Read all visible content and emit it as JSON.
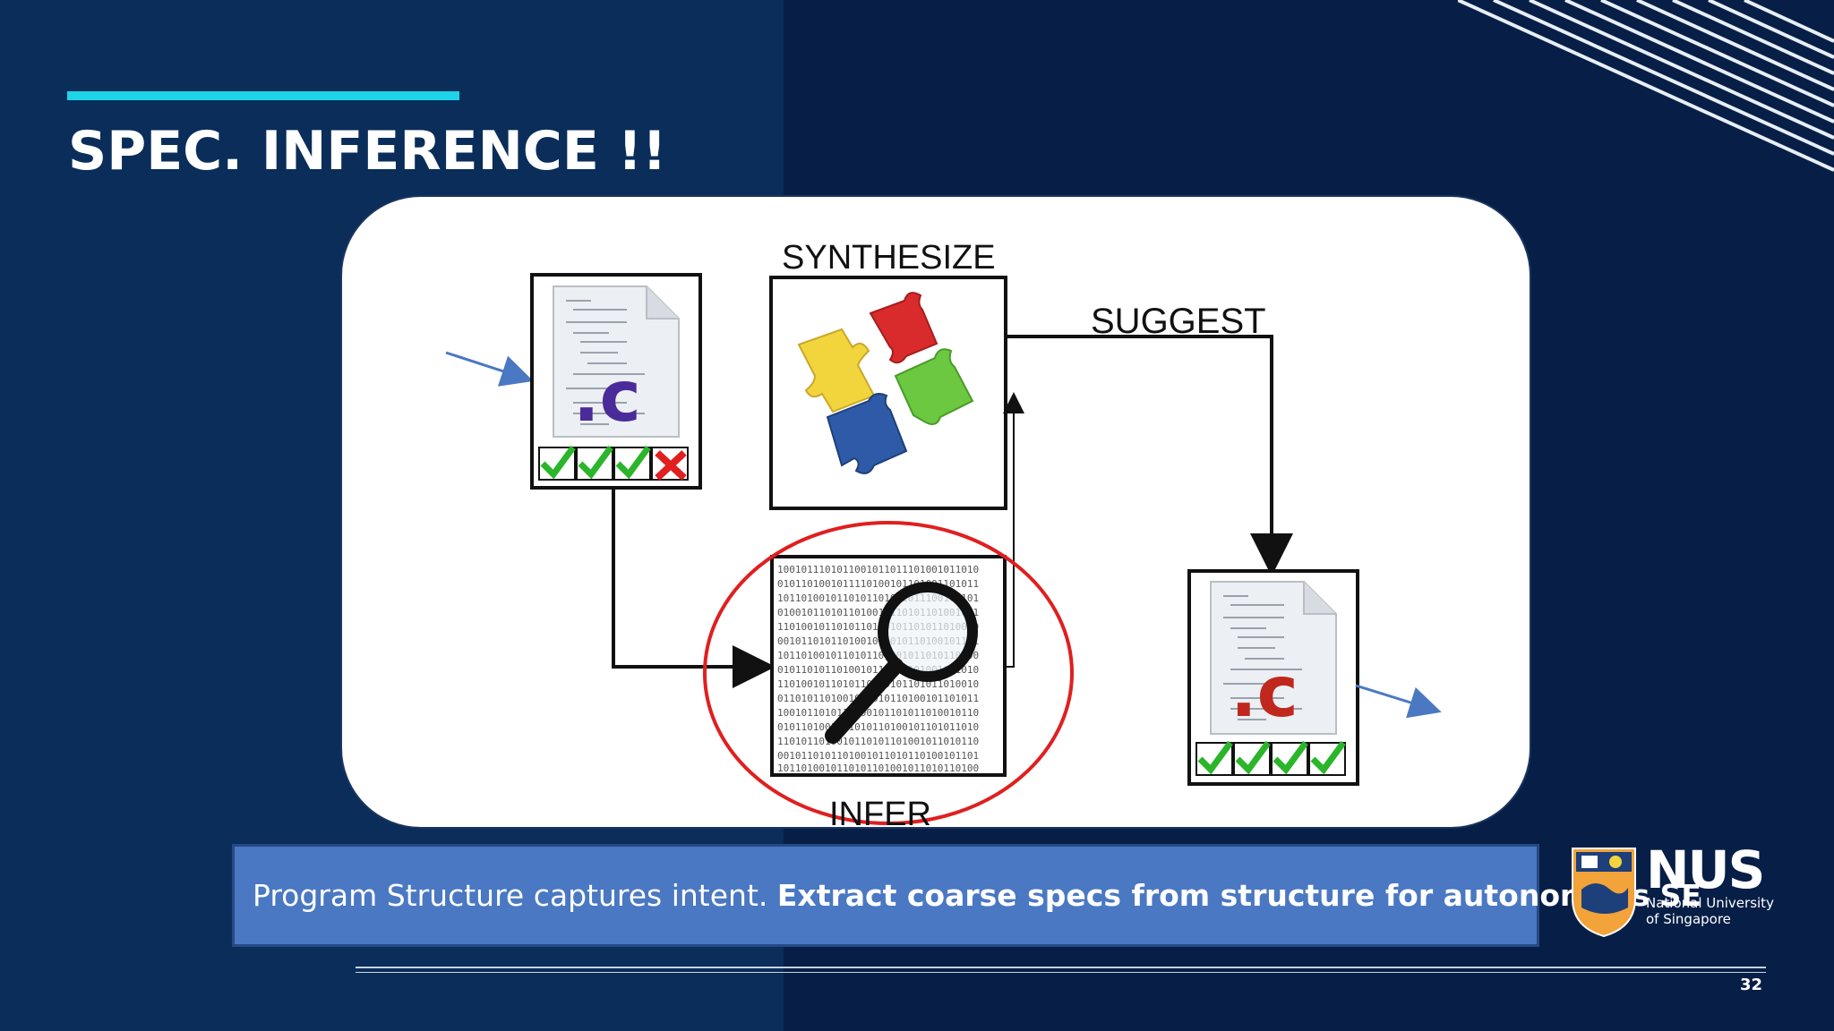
{
  "slide": {
    "title": "SPEC. INFERENCE !!",
    "page_number": "32"
  },
  "diagram": {
    "synthesize_label": "SYNTHESIZE",
    "suggest_label": "SUGGEST",
    "infer_label": "INFER",
    "input_file_ext": ".c",
    "output_file_ext": ".c",
    "input_checks": [
      "pass",
      "pass",
      "pass",
      "fail"
    ],
    "output_checks": [
      "pass",
      "pass",
      "pass",
      "pass"
    ]
  },
  "caption": {
    "normal": "Program Structure captures intent. ",
    "bold": "Extract coarse specs from structure for autonomous SE"
  },
  "logo": {
    "name": "NUS",
    "line1": "National University",
    "line2": "of Singapore"
  },
  "colors": {
    "accent": "#1ed4e6",
    "background": "#0a2d5a",
    "caption_box": "#4a78c2",
    "ellipse": "#e01f1f"
  }
}
